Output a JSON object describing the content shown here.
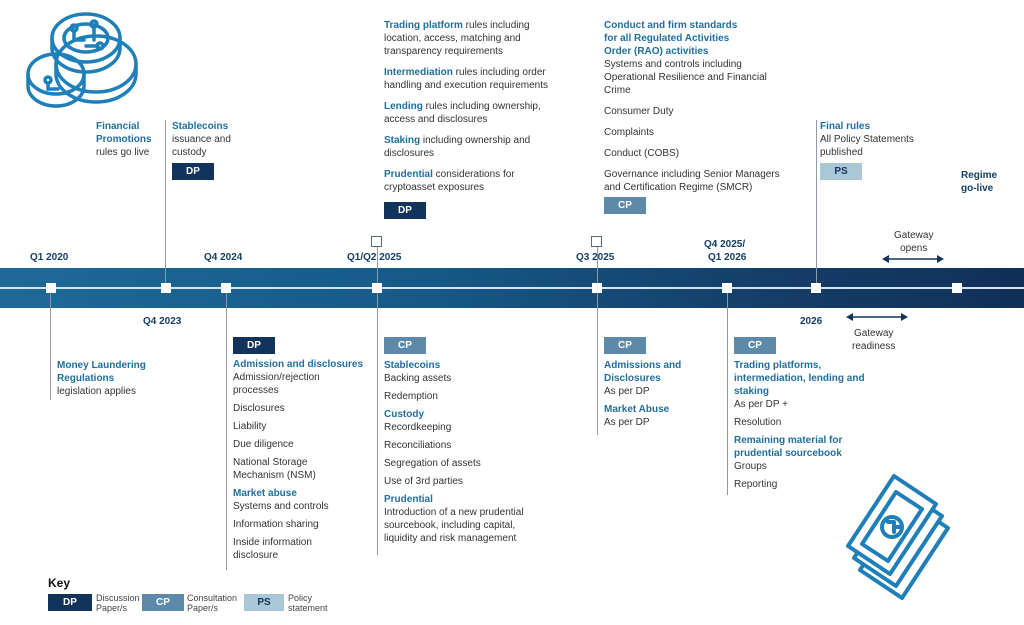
{
  "badges": {
    "dp": "DP",
    "cp": "CP",
    "ps": "PS"
  },
  "dates": {
    "q1_2020": "Q1 2020",
    "q4_2023": "Q4 2023",
    "q4_2024": "Q4 2024",
    "q1q2_2025": "Q1/Q2 2025",
    "q3_2025": "Q3 2025",
    "q4_2025_l1": "Q4 2025/",
    "q4_2025_l2": "Q1 2026",
    "y2026": "2026",
    "regime_l1": "Regime",
    "regime_l2": "go-live"
  },
  "gateway": {
    "opens_l1": "Gateway",
    "opens_l2": "opens",
    "readiness_l1": "Gateway",
    "readiness_l2": "readiness"
  },
  "fin_promo": {
    "h1": "Financial",
    "h2": "Promotions",
    "t1": "rules go live"
  },
  "stablecoins_top": {
    "h": "Stablecoins",
    "t1": "issuance and",
    "t2": "custody"
  },
  "q1q2_top": {
    "i1": {
      "h": "Trading platform",
      "t": " rules including",
      "l2": "location, access, matching and",
      "l3": "transparency requirements"
    },
    "i2": {
      "h": "Intermediation",
      "t": " rules including order",
      "l2": "handling and execution requirements"
    },
    "i3": {
      "h": "Lending",
      "t": " rules including ownership,",
      "l2": "access and disclosures"
    },
    "i4": {
      "h": "Staking",
      "t": " including ownership and",
      "l2": "disclosures"
    },
    "i5": {
      "h": "Prudential",
      "t": " considerations for",
      "l2": "cryptoasset exposures"
    }
  },
  "q3_top": {
    "h1": "Conduct and firm standards",
    "h2": "for all Regulated Activities",
    "h3": "Order (RAO) activities",
    "t1": "Systems and controls including",
    "t2": "Operational Resilience and Financial",
    "t3": "Crime",
    "i2": "Consumer Duty",
    "i3": "Complaints",
    "i4": "Conduct (COBS)",
    "i5a": "Governance including Senior Managers",
    "i5b": "and Certification Regime (SMCR)"
  },
  "final_rules": {
    "h": "Final rules",
    "t1": "All Policy Statements",
    "t2": "published"
  },
  "aml": {
    "h1": "Money Laundering",
    "h2": "Regulations",
    "t1": "legislation applies"
  },
  "q4_2024_bottom": {
    "h1": "Admission and disclosures",
    "a1": "Admission/rejection",
    "a2": "processes",
    "a3": "Disclosures",
    "a4": "Liability",
    "a5": "Due diligence",
    "a6": "National Storage",
    "a7": "Mechanism (NSM)",
    "h2": "Market abuse",
    "b1": "Systems and controls",
    "b2": "Information sharing",
    "b3": "Inside information",
    "b4": "disclosure"
  },
  "q1q2_bottom": {
    "h1": "Stablecoins",
    "a1": "Backing assets",
    "a2": "Redemption",
    "h2": "Custody",
    "b1": "Recordkeeping",
    "b2": "Reconciliations",
    "b3": "Segregation of assets",
    "b4": "Use of 3rd parties",
    "h3": "Prudential",
    "c1": "Introduction of a new prudential",
    "c2": "sourcebook, including capital,",
    "c3": "liquidity and risk management"
  },
  "q3_bottom": {
    "h1a": "Admissions and",
    "h1b": "Disclosures",
    "t1": "As per DP",
    "h2": "Market Abuse",
    "t2": "As per DP"
  },
  "q4_2025_bottom": {
    "h1a": "Trading platforms,",
    "h1b": "intermediation, lending and",
    "h1c": "staking",
    "t1": "As per DP +",
    "t2": "Resolution",
    "h2a": "Remaining material for",
    "h2b": "prudential sourcebook",
    "t3": "Groups",
    "t4": "Reporting"
  },
  "key": {
    "title": "Key",
    "dp_l1": "Discussion",
    "dp_l2": "Paper/s",
    "cp_l1": "Consultation",
    "cp_l2": "Paper/s",
    "ps_l1": "Policy",
    "ps_l2": "statement"
  },
  "colors": {
    "navy": "#12335c",
    "teal_heading": "#1f6f9e",
    "band_dark": "#143e68",
    "band_light": "#1d6a98",
    "cp": "#5e8aaa",
    "ps": "#a9c7d6"
  },
  "icons": [
    "crypto-coins-icon",
    "banknotes-icon"
  ]
}
